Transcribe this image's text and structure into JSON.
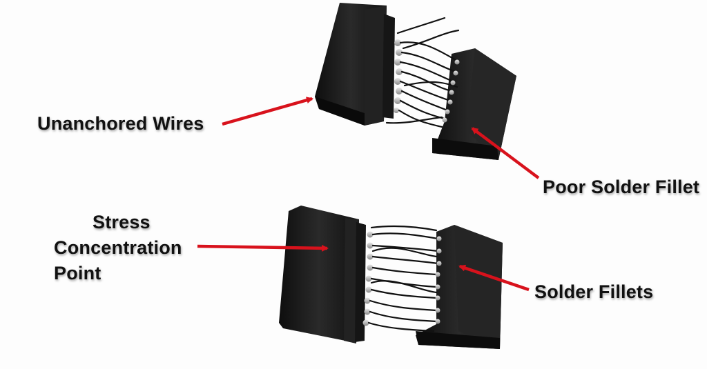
{
  "annotations": {
    "unanchored_wires": "Unanchored Wires",
    "poor_solder_fillet": "Poor Solder Fillet",
    "stress_line1": "Stress",
    "stress_line2": "Concentration",
    "stress_line3": "Point",
    "solder_fillets": "Solder Fillets"
  },
  "colors": {
    "arrow": "#d8121c",
    "connector": "#1b1b1b",
    "wire": "#111111",
    "solder": "#b9b9b9"
  }
}
